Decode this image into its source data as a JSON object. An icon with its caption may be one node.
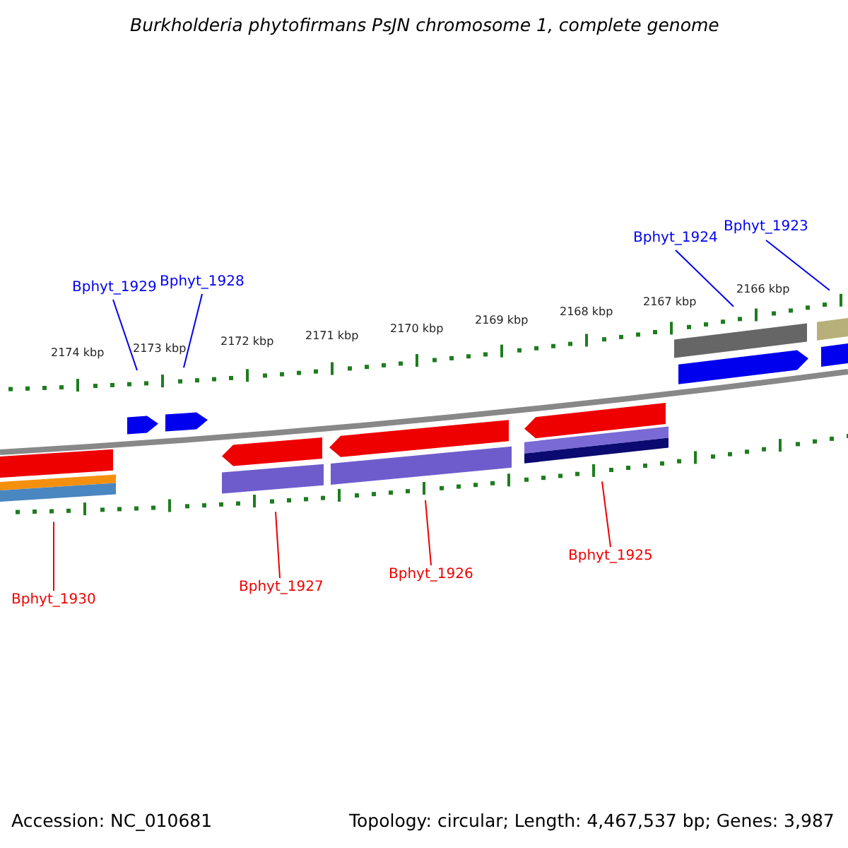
{
  "diagram": {
    "title": "Burkholderia phytofirmans PsJN chromosome 1, complete genome",
    "nodes": [
      {
        "text": [
          "Bphyt_1929"
        ]
      },
      {
        "text": [
          "Bphyt_1928"
        ]
      },
      {
        "text": [
          "Bphyt_1924"
        ]
      },
      {
        "text": [
          "Bphyt_1923"
        ]
      },
      {
        "text": [
          "Bphyt_1930"
        ]
      },
      {
        "text": [
          "Bphyt_1927"
        ]
      },
      {
        "text": [
          "Bphyt_1926"
        ]
      },
      {
        "text": [
          "Bphyt_1925"
        ]
      }
    ],
    "edges": [
      {
        "from": 0,
        "to": null,
        "arrow": "none"
      },
      {
        "from": 1,
        "to": null,
        "arrow": "none"
      },
      {
        "from": 2,
        "to": null,
        "arrow": "none"
      },
      {
        "from": 3,
        "to": null,
        "arrow": "none"
      },
      {
        "from": 4,
        "to": null,
        "arrow": "none",
        "color": "#ee0000"
      },
      {
        "from": 5,
        "to": null,
        "arrow": "none",
        "color": "#ee0000"
      },
      {
        "from": 6,
        "to": null,
        "arrow": "none",
        "color": "#ee0000"
      },
      {
        "from": 7,
        "to": null,
        "arrow": "none",
        "color": "#ee0000"
      }
    ],
    "labels": [
      "2174 kbp",
      "2173 kbp",
      "2172 kbp",
      "2171 kbp",
      "2170 kbp",
      "2169 kbp",
      "2168 kbp",
      "2167 kbp",
      "2166 kbp",
      "Accession: NC_010681",
      "Topology: circular; Length: 4,467,537 bp; Genes: 3,987"
    ]
  }
}
